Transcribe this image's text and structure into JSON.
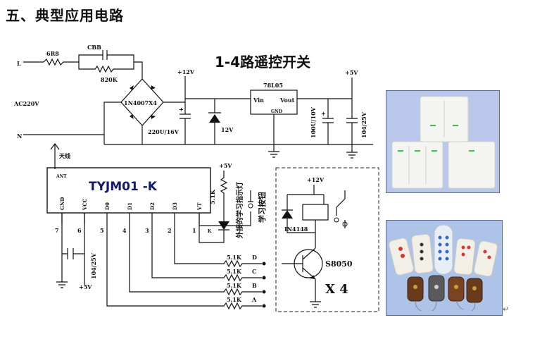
{
  "page": {
    "heading": "五、典型应用电路",
    "end_mark": "↵"
  },
  "schematic": {
    "title": "1-4路遥控开关",
    "terminals": {
      "live": "L",
      "neutral": "N",
      "mains": "AC220V"
    },
    "components": {
      "fuse_resistor": "6R8",
      "x_capacitor": "CBB",
      "bleeder_resistor": "820K",
      "bridge": "1N4007X4",
      "bulk_cap": "220U/16V",
      "zener": "12V",
      "regulator": "78L05",
      "reg_vin": "Vin",
      "reg_gnd": "GND",
      "reg_vout": "Vout",
      "out_cap": "100U/10V",
      "bypass_cap": "104/25V",
      "antenna": "天线",
      "pin_ant": "ANT",
      "module": "TYJM01   -K",
      "pins": [
        "GND",
        "VCC",
        "D0",
        "D1",
        "D2",
        "D3",
        "VT"
      ],
      "pin_numbers": [
        "7",
        "6",
        "5",
        "4",
        "3",
        "2",
        "1"
      ],
      "led_resistor": "5.1K",
      "led_label": "外接的学习指示灯",
      "led_mark": "K",
      "learn_button": "学习按钮",
      "diode": "IN4148",
      "transistor": "S8050",
      "multiplier": "X 4",
      "base_resistor": "5.1K",
      "channels": [
        "D",
        "C",
        "B",
        "A"
      ],
      "module_cap": "104/25V"
    },
    "rails": {
      "plus12": "+12V",
      "plus5": "+5V"
    }
  },
  "photos": [
    {
      "caption": "",
      "subject": "wall-switch-panels"
    },
    {
      "caption": "",
      "subject": "remote-controls"
    }
  ]
}
